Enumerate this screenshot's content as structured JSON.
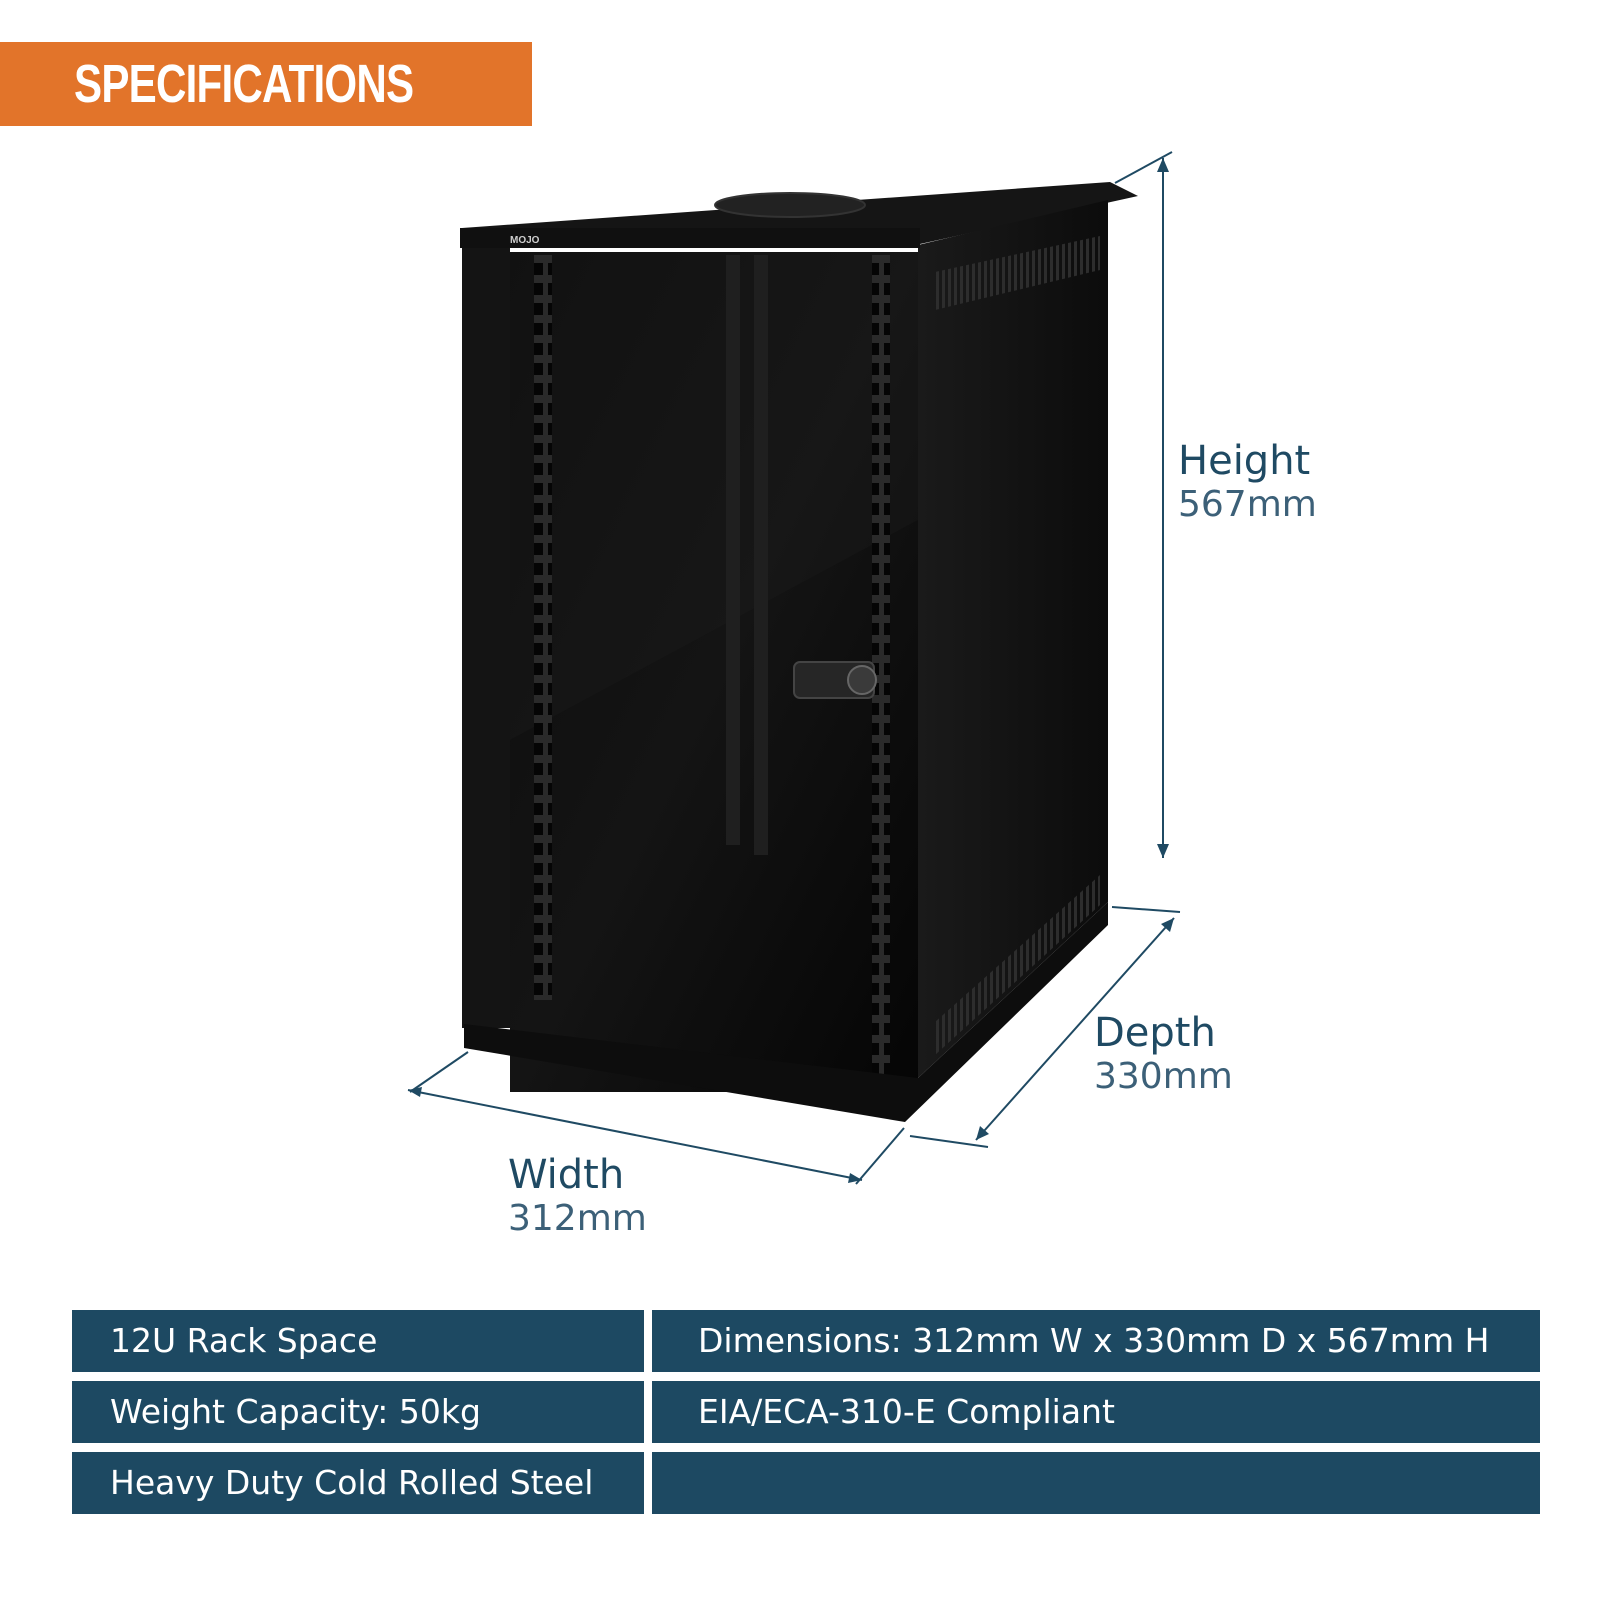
{
  "header": {
    "title": "SPECIFICATIONS"
  },
  "product": {
    "brand_mark": "MOJO"
  },
  "dimensions": {
    "height": {
      "label": "Height",
      "value": "567mm"
    },
    "depth": {
      "label": "Depth",
      "value": "330mm"
    },
    "width": {
      "label": "Width",
      "value": "312mm"
    }
  },
  "specs": {
    "rows": [
      {
        "left": "12U Rack Space",
        "right": "Dimensions: 312mm W x 330mm D x 567mm H"
      },
      {
        "left": "Weight Capacity: 50kg",
        "right": "EIA/ECA-310-E Compliant"
      },
      {
        "left": "Heavy Duty Cold Rolled Steel",
        "right": ""
      }
    ]
  },
  "colors": {
    "accent": "#e2742a",
    "table_bg": "#1d4962",
    "label_text": "#1f4a63"
  }
}
